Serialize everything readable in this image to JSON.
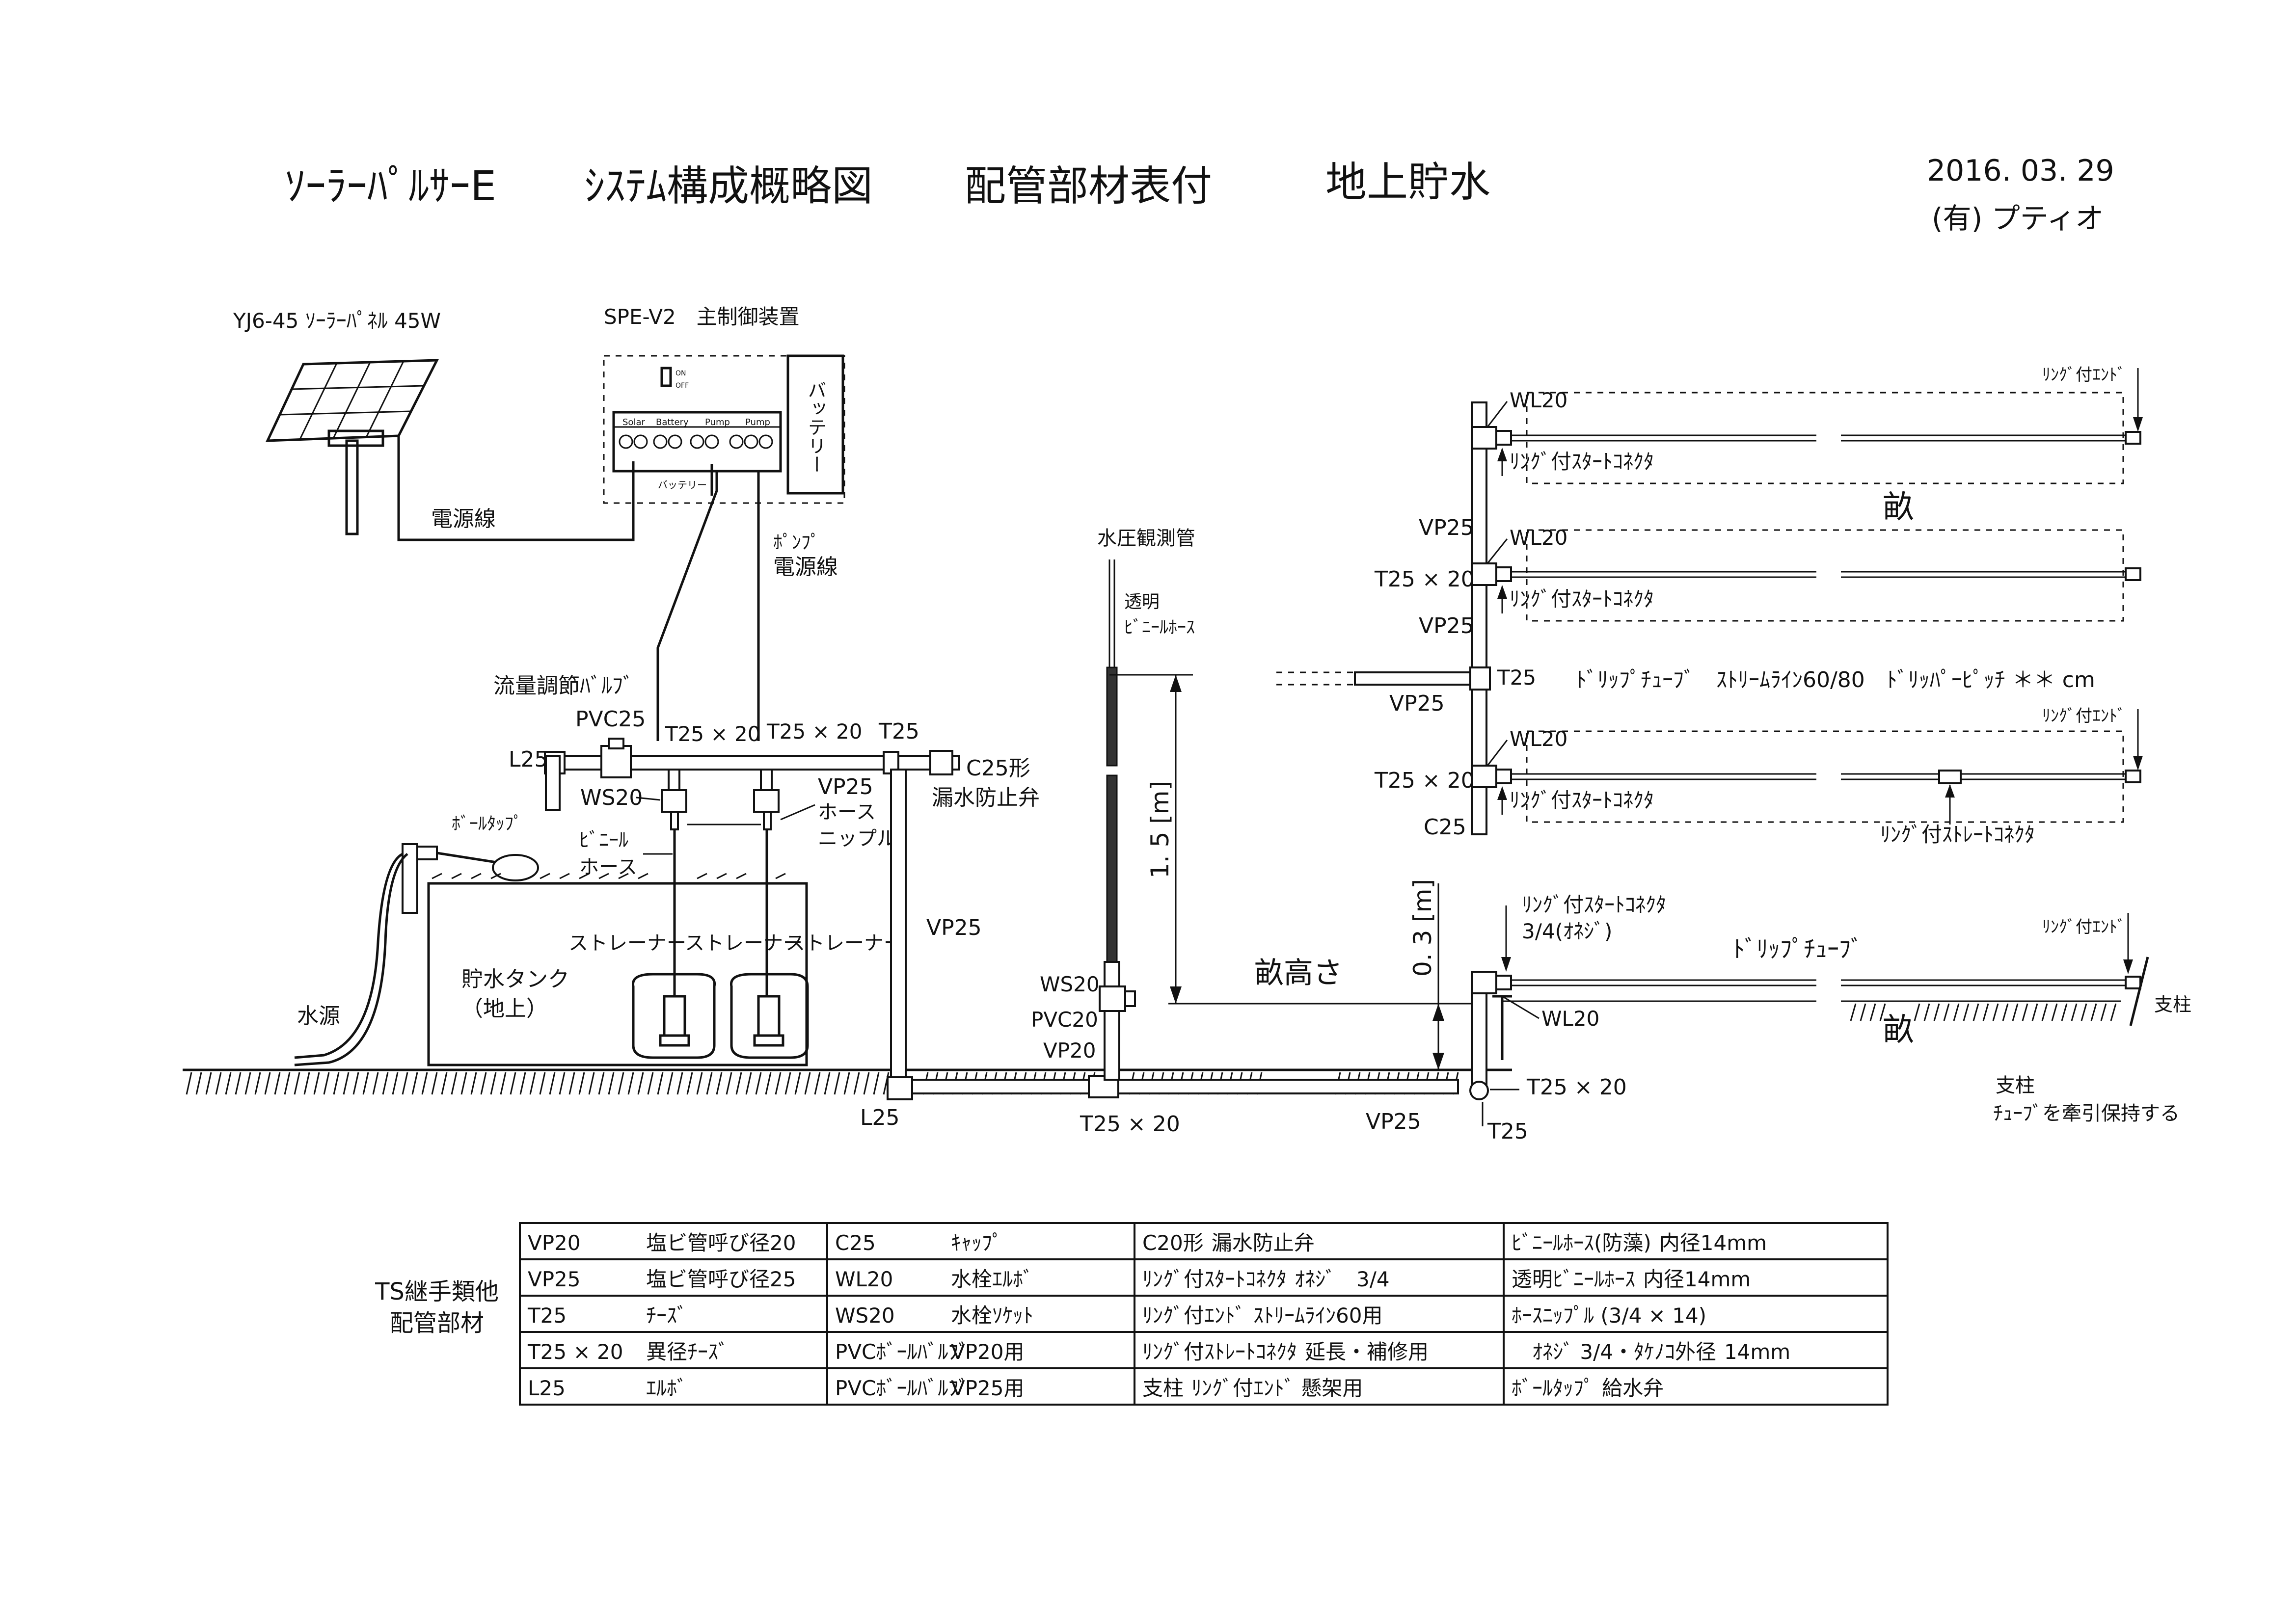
{
  "title": {
    "product": "ｿｰﾗｰﾊﾟﾙｻｰE",
    "main": "ｼｽﾃﾑ構成概略図",
    "sub": "配管部材表付",
    "mode": "地上貯水",
    "date": "2016. 03. 29",
    "company": "(有) プティオ"
  },
  "labels": {
    "solar_panel": "YJ6-45 ｿｰﾗｰﾊﾟﾈﾙ 45W",
    "controller": "SPE-V2　主制御装置",
    "battery": "バッテリー",
    "power_line": "電源線",
    "pump_power_line_1": "ﾎﾟﾝﾌﾟ",
    "pump_power_line_2": "電源線",
    "flow_valve": "流量調節ﾊﾞﾙﾌﾞ",
    "pvc25": "PVC25",
    "l25_top": "L25",
    "ws20_tank": "WS20",
    "t25x20_a": "T25 × 20",
    "t25x20_b": "T25 × 20",
    "t25_top": "T25",
    "c25_leak": "C25形",
    "leak_valve": "漏水防止弁",
    "vp25_nipple_1": "VP25",
    "vp25_nipple_2": "ホース",
    "vp25_nipple_3": "ニップル",
    "vinyl_hose_1": "ﾋﾞﾆｰﾙ",
    "vinyl_hose_2": "ホース",
    "ball_tap": "ﾎﾞｰﾙﾀｯﾌﾟ",
    "strainer_1": "ストレーナー",
    "strainer_2": "ストレーナー",
    "strainer_3": "ストレーナー",
    "tank_1": "貯水タンク",
    "tank_2": "（地上）",
    "water_source": "水源",
    "vp25_vertical": "VP25",
    "l25_bottom": "L25",
    "t25x20_bottom": "T25 × 20",
    "pressure_tube": "水圧観測管",
    "clear_hose_1": "透明",
    "clear_hose_2": "ﾋﾞﾆｰﾙﾎｰｽ",
    "height_15": "1. 5 [m]",
    "ws20_obs": "WS20",
    "pvc20_obs": "PVC20",
    "vp20_obs": "VP20",
    "ridge_height": "畝高さ",
    "height_03": "0. 3 [m]",
    "vp25_ground": "VP25",
    "t25x20_ground": "T25 × 20",
    "t25_ground": "T25",
    "wl20_ground": "WL20",
    "ring_start_ground_1": "ﾘﾝｸﾞ付ｽﾀｰﾄｺﾈｸﾀ",
    "ring_start_ground_2": "3/4(ｵﾈｼﾞ)",
    "drip_tube_ground": "ﾄﾞﾘｯﾌﾟﾁｭｰﾌﾞ",
    "ring_end_ground": "ﾘﾝｸﾞ付ｴﾝﾄﾞ",
    "ridge_ground": "畝",
    "post_label": "支柱",
    "post_note_1": "支柱",
    "post_note_2": "ﾁｭｰﾌﾞを牽引保持する",
    "ring_end_top1": "ﾘﾝｸﾞ付ｴﾝﾄﾞ",
    "wl20_1": "WL20",
    "ring_start_1": "ﾘﾝｸﾞ付ｽﾀｰﾄｺﾈｸﾀ",
    "ridge_top": "畝",
    "vp25_top1": "VP25",
    "wl20_2": "WL20",
    "t25x20_top2": "T25 × 20",
    "ring_start_2": "ﾘﾝｸﾞ付ｽﾀｰﾄｺﾈｸﾀ",
    "vp25_top2": "VP25",
    "t25_mid": "T25",
    "drip_spec": "ﾄﾞﾘｯﾌﾟﾁｭｰﾌﾞ　ｽﾄﾘｰﾑﾗｲﾝ60/80　ﾄﾞﾘｯﾊﾟｰﾋﾟｯﾁ ＊＊ cm",
    "vp25_mid": "VP25",
    "ring_end_top3": "ﾘﾝｸﾞ付ｴﾝﾄﾞ",
    "wl20_3": "WL20",
    "t25x20_top3": "T25 × 20",
    "ring_start_3": "ﾘﾝｸﾞ付ｽﾀｰﾄｺﾈｸﾀ",
    "c25_top": "C25",
    "ring_straight": "ﾘﾝｸﾞ付ｽﾄﾚｰﾄｺﾈｸﾀ",
    "ctrl_on": "ON",
    "ctrl_off": "OFF",
    "term_solar": "Solar",
    "term_battery": "Battery",
    "term_pump1": "Pump",
    "term_pump2": "Pump",
    "term_battery_under": "バッテリー"
  },
  "legend": {
    "line1": "TS継手類他",
    "line2": "配管部材"
  },
  "parts_table": [
    [
      {
        "code": "VP20",
        "desc": "塩ビ管呼び径20"
      },
      {
        "code": "C25",
        "desc": "ｷｬｯﾌﾟ"
      },
      {
        "code": "C20形",
        "desc": "漏水防止弁"
      },
      {
        "code": "ﾋﾞﾆｰﾙﾎｰｽ(防藻)",
        "desc": "内径14mm"
      }
    ],
    [
      {
        "code": "VP25",
        "desc": "塩ビ管呼び径25"
      },
      {
        "code": "WL20",
        "desc": "水栓ｴﾙﾎﾞ"
      },
      {
        "code": "ﾘﾝｸﾞ付ｽﾀｰﾄｺﾈｸﾀ",
        "desc": "ｵﾈｼﾞ　3/4"
      },
      {
        "code": "透明ﾋﾞﾆｰﾙﾎｰｽ",
        "desc": "内径14mm"
      }
    ],
    [
      {
        "code": "T25",
        "desc": "ﾁｰｽﾞ"
      },
      {
        "code": "WS20",
        "desc": "水栓ｿｹｯﾄ"
      },
      {
        "code": "ﾘﾝｸﾞ付ｴﾝﾄﾞ",
        "desc": "ｽﾄﾘｰﾑﾗｲﾝ60用"
      },
      {
        "code": "ﾎｰｽﾆｯﾌﾟﾙ (3/4 × 14)",
        "desc": ""
      }
    ],
    [
      {
        "code": "T25 × 20",
        "desc": "異径ﾁｰｽﾞ"
      },
      {
        "code": "PVCﾎﾞｰﾙﾊﾞﾙﾌﾞ",
        "desc": "VP20用"
      },
      {
        "code": "ﾘﾝｸﾞ付ｽﾄﾚｰﾄｺﾈｸﾀ",
        "desc": "延長・補修用"
      },
      {
        "code": "　ｵﾈｼﾞ 3/4・ﾀｹﾉｺ外径",
        "desc": "14mm"
      }
    ],
    [
      {
        "code": "L25",
        "desc": "ｴﾙﾎﾞ"
      },
      {
        "code": "PVCﾎﾞｰﾙﾊﾞﾙﾌﾞ",
        "desc": "VP25用"
      },
      {
        "code": "支柱",
        "desc": "ﾘﾝｸﾞ付ｴﾝﾄﾞ 懸架用"
      },
      {
        "code": "ﾎﾞｰﾙﾀｯﾌﾟ",
        "desc": "給水弁"
      }
    ]
  ]
}
